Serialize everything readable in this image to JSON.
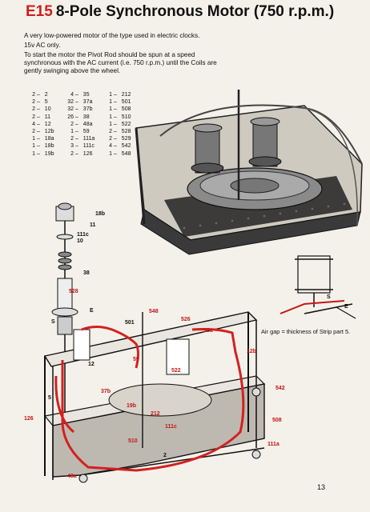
{
  "header": {
    "model_code": "E15",
    "title": "8-Pole Synchronous Motor (750 r.p.m.)"
  },
  "intro": [
    "A very low-powered motor of the type used in electric clocks.",
    "15v AC only.",
    "To start the motor the Pivot Rod should be spun at a speed synchronous with the AC current (i.e. 750 r.p.m.) until the Coils are gently swinging above the wheel."
  ],
  "parts_list": [
    [
      [
        "2",
        "2"
      ],
      [
        "2",
        "5"
      ],
      [
        "2",
        "10"
      ],
      [
        "2",
        "11"
      ],
      [
        "4",
        "12"
      ],
      [
        "2",
        "12b"
      ],
      [
        "1",
        "18a"
      ],
      [
        "1",
        "18b"
      ],
      [
        "1",
        "19b"
      ]
    ],
    [
      [
        "4",
        "35"
      ],
      [
        "32",
        "37a"
      ],
      [
        "32",
        "37b"
      ],
      [
        "26",
        "38"
      ],
      [
        "2",
        "48a"
      ],
      [
        "1",
        "59"
      ],
      [
        "2",
        "111a"
      ],
      [
        "3",
        "111c"
      ],
      [
        "2",
        "126"
      ]
    ],
    [
      [
        "1",
        "212"
      ],
      [
        "1",
        "501"
      ],
      [
        "1",
        "508"
      ],
      [
        "1",
        "510"
      ],
      [
        "1",
        "522"
      ],
      [
        "2",
        "528"
      ],
      [
        "2",
        "529"
      ],
      [
        "4",
        "542"
      ],
      [
        "1",
        "548"
      ]
    ]
  ],
  "callouts": {
    "c18b": "18b",
    "c11": "11",
    "c111c_top": "111c",
    "c10": "10",
    "c38": "38",
    "c528": "528",
    "cS_left": "S",
    "cE_left": "E",
    "c548": "548",
    "c501": "501",
    "c526": "526",
    "c18a": "18a",
    "c12b": "12b",
    "c12": "12",
    "c59": "59",
    "c522": "522",
    "c37b": "37b",
    "c542": "542",
    "c19b": "19b",
    "c212": "212",
    "c111c_bot": "111c",
    "c126": "126",
    "c5": "5",
    "c508": "508",
    "c510": "510",
    "c2": "2",
    "c111a": "111a",
    "c48a": "48a",
    "cS_right": "S",
    "cE_right": "E"
  },
  "airgap_caption": "Air gap = thickness of Strip part 5.",
  "page_number": "13",
  "colors": {
    "accent_red": "#d01c1c",
    "wire_red": "#d42020",
    "ink": "#111111",
    "paper": "#f4f1ea"
  }
}
